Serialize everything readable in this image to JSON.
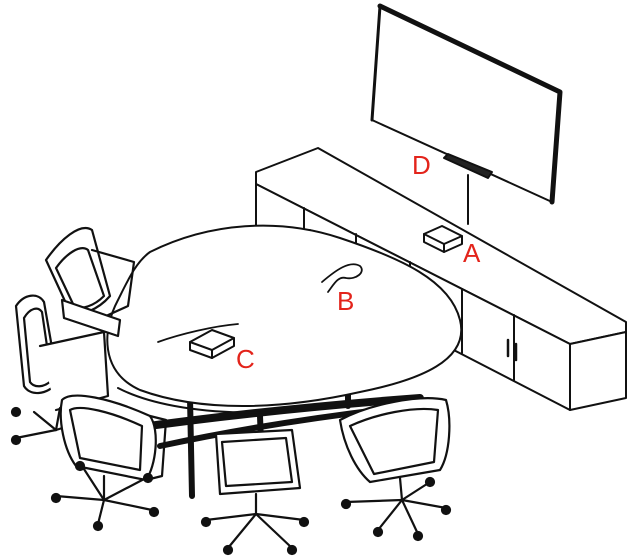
{
  "labels": {
    "a": "A",
    "b": "B",
    "c": "C",
    "d": "D"
  },
  "colors": {
    "label": "#e3241b",
    "line": "#111111",
    "background": "#ffffff"
  },
  "components": {
    "a": "device-on-credenza",
    "b": "cable-on-table",
    "c": "tabletop-pod-with-cable",
    "d": "camera-bar-under-display"
  }
}
